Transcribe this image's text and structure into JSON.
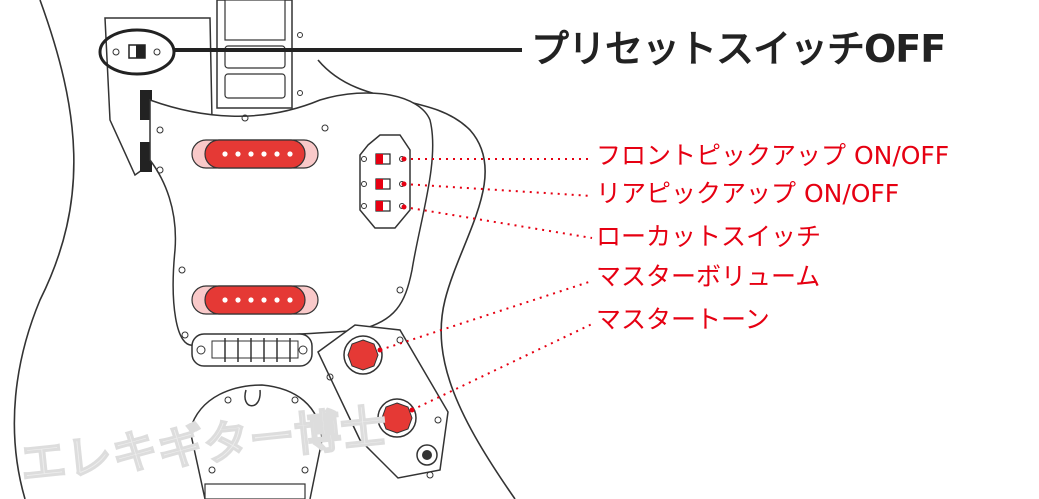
{
  "annotations": {
    "preset_switch": "プリセットスイッチOFF",
    "front_pickup": "フロントピックアップ ON/OFF",
    "rear_pickup": "リアピックアップ ON/OFF",
    "lowcut_switch": "ローカットスイッチ",
    "master_volume": "マスターボリューム",
    "master_tone": "マスタートーン"
  },
  "watermark": "エレキギター博士",
  "colors": {
    "accent": "#e60012",
    "pickup_fill": "#e53935",
    "knob_fill": "#e53935",
    "title_text": "#222222",
    "line": "#222222"
  }
}
